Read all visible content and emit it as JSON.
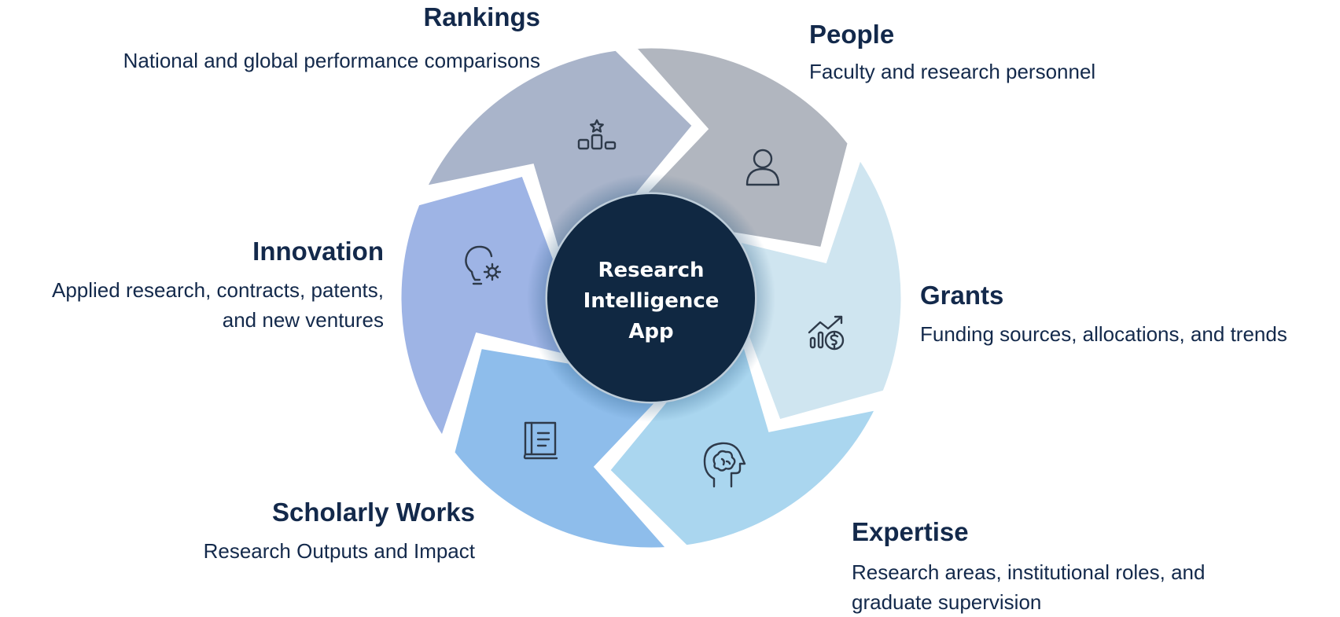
{
  "center": {
    "line1": "Research",
    "line2": "Intelligence",
    "line3": "App"
  },
  "segments": [
    {
      "id": "rankings",
      "title": "Rankings",
      "description": "National and global performance comparisons",
      "color": "#b1b6bf",
      "icon": "ranking-podium-icon"
    },
    {
      "id": "people",
      "title": "People",
      "description": "Faculty and research personnel",
      "color": "#cfe5f0",
      "icon": "person-icon"
    },
    {
      "id": "grants",
      "title": "Grants",
      "description": "Funding sources, allocations, and trends",
      "color": "#aad6ef",
      "icon": "funding-trend-icon"
    },
    {
      "id": "expertise",
      "title": "Expertise",
      "description_line1": "Research areas, institutional roles, and",
      "description_line2": "graduate supervision",
      "color": "#8ebdeb",
      "icon": "brain-head-icon"
    },
    {
      "id": "scholarly_works",
      "title": "Scholarly Works",
      "description": "Research Outputs and Impact",
      "color": "#9eb4e5",
      "icon": "book-icon"
    },
    {
      "id": "innovation",
      "title": "Innovation",
      "description_line1": "Applied research, contracts, patents,",
      "description_line2": "and new ventures",
      "color": "#a9b4ca",
      "icon": "lightbulb-gear-icon"
    }
  ],
  "colors": {
    "text": "#13294b",
    "center_fill": "#102842",
    "icon_stroke": "#2e3a4a"
  }
}
